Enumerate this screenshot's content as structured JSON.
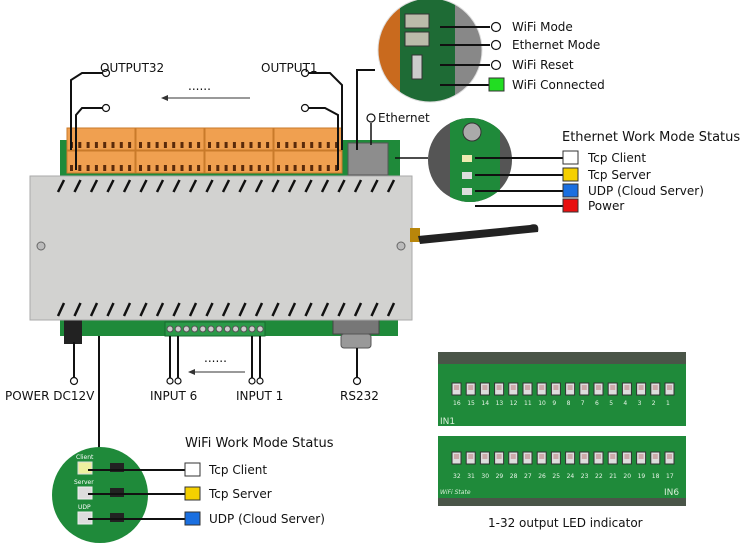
{
  "outputs": {
    "first": "OUTPUT1",
    "last": "OUTPUT32",
    "ellipsis": "......"
  },
  "inputs": {
    "first": "INPUT 1",
    "last": "INPUT 6",
    "ellipsis": "......"
  },
  "power_label": "POWER DC12V",
  "rs232_label": "RS232",
  "ethernet_label": "Ethernet",
  "wifi_buttons": [
    {
      "label": "WiFi Mode",
      "marker": "circle"
    },
    {
      "label": "Ethernet Mode",
      "marker": "circle"
    },
    {
      "label": "WiFi Reset",
      "marker": "circle"
    },
    {
      "label": "WiFi Connected",
      "marker": "square",
      "color": "#22dd22"
    }
  ],
  "ethernet_status": {
    "title": "Ethernet Work Mode Status",
    "items": [
      {
        "label": "Tcp Client",
        "color": "#ffffff"
      },
      {
        "label": "Tcp Server",
        "color": "#f5d000"
      },
      {
        "label": "UDP (Cloud Server)",
        "color": "#1a6fe0"
      },
      {
        "label": "Power",
        "color": "#e81010"
      }
    ]
  },
  "wifi_status": {
    "title": "WiFi Work Mode Status",
    "items": [
      {
        "label": "Tcp Client",
        "color": "#ffffff"
      },
      {
        "label": "Tcp Server",
        "color": "#f5d000"
      },
      {
        "label": "UDP (Cloud Server)",
        "color": "#1a6fe0"
      }
    ],
    "board_labels": [
      "Client",
      "Server",
      "UDP"
    ]
  },
  "led_panels": {
    "caption": "1-32 output LED indicator",
    "top_numbers": [
      "16",
      "15",
      "14",
      "13",
      "12",
      "11",
      "10",
      "9",
      "8",
      "7",
      "6",
      "5",
      "4",
      "3",
      "2",
      "1"
    ],
    "bottom_numbers": [
      "32",
      "31",
      "30",
      "29",
      "28",
      "27",
      "26",
      "25",
      "24",
      "23",
      "22",
      "21",
      "20",
      "19",
      "18",
      "17"
    ],
    "top_marking": "IN1",
    "bottom_marking": "IN6",
    "bottom_silk": "WiFi State"
  }
}
